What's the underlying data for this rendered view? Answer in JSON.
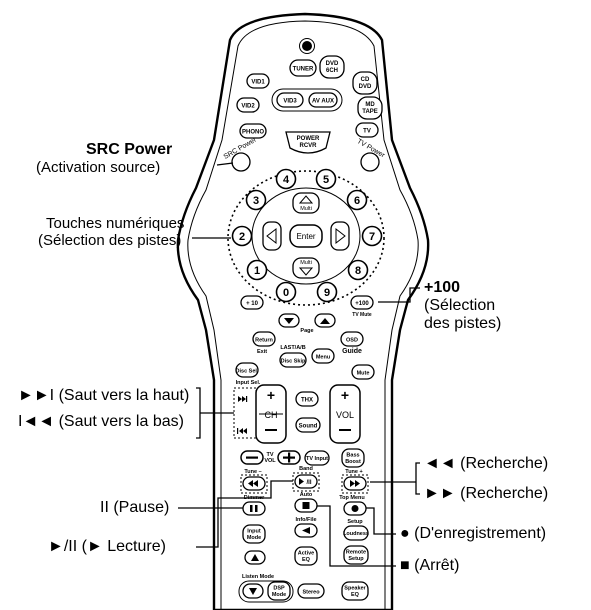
{
  "remote": {
    "buttons": {
      "tuner": "TUNER",
      "dvd6ch": [
        "DVD",
        "6CH"
      ],
      "vid1": "VID1",
      "cddvd": [
        "CD",
        "DVD"
      ],
      "vid2": "VID2",
      "vid3": "VID3",
      "avaux": "AV AUX",
      "mdtape": [
        "MD",
        "TAPE"
      ],
      "phono": "PHONO",
      "tv": "TV",
      "power_rcvr": [
        "POWER",
        "RCVR"
      ],
      "src_power": "SRC Power",
      "tv_power": "TV Power",
      "digits": [
        "1",
        "2",
        "3",
        "4",
        "5",
        "6",
        "7",
        "8",
        "9",
        "0"
      ],
      "enter": "Enter",
      "multi": "Multi",
      "plus10": "+ 10",
      "plus100": "+100",
      "tv_mute": "TV Mute",
      "page": "Page",
      "return": "Return",
      "exit": "Exit",
      "last_ab": "LAST/A/B",
      "disc_skip": "Disc Skip",
      "menu": "Menu",
      "osd": "OSD",
      "guide": "Guide",
      "disc_sel": "Disc Sel.",
      "input_sel": "Input Sel.",
      "mute": "Mute",
      "thx": "THX",
      "sound": "Sound",
      "ch": "CH",
      "vol": "VOL",
      "tv_vol": [
        "TV",
        "VOL"
      ],
      "tv_input": "TV Input",
      "bass_boost": [
        "Bass",
        "Boost"
      ],
      "tune_minus": "Tune –",
      "band": "Band",
      "tune_plus": "Tune +",
      "dimmer": "Dimmer",
      "top_menu": "Top Menu",
      "auto": "Auto",
      "setup": "Setup",
      "input_mode": [
        "Input",
        "Mode"
      ],
      "info_file": "Info/File",
      "loudness": "Loudness",
      "active_eq": [
        "Active",
        "EQ"
      ],
      "remote_setup": [
        "Remote",
        "Setup"
      ],
      "listen_mode": "Listen Mode",
      "dsp_mode": [
        "DSP",
        "Mode"
      ],
      "stereo": "Stereo",
      "speaker_eq": [
        "Speaker",
        "EQ"
      ]
    }
  },
  "callouts": {
    "src_power_title": "SRC Power",
    "src_power_desc": "(Activation source)",
    "numeric_line1": "Touches numériques",
    "numeric_line2": "(Sélection des pistes)",
    "plus100_title": "+100",
    "plus100_line2": "(Sélection",
    "plus100_line3": "des pistes)",
    "skip_up": "►►I (Saut vers la haut)",
    "skip_down": "I◄◄ (Saut vers la bas)",
    "search_rew": "◄◄  (Recherche)",
    "search_ff": "►►  (Recherche)",
    "pause": "II (Pause)",
    "play_pause": "►/II (► Lecture)",
    "record": "● (D'enregistrement)",
    "stop": "■ (Arrêt)"
  }
}
